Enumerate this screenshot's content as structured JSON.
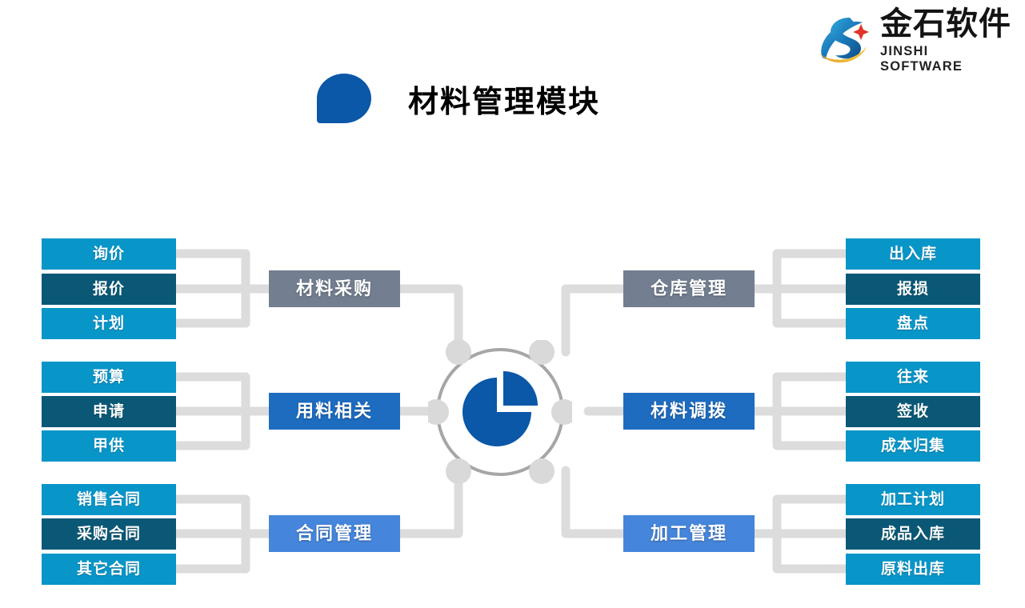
{
  "page": {
    "title": "材料管理模块",
    "background": "#ffffff"
  },
  "logo": {
    "cn": "金石软件",
    "en": "JINSHI SOFTWARE",
    "mark": "jinshi-s-swoosh-logo"
  },
  "hub": {
    "icon": "pie-chart-icon",
    "ring_color": "#A6A6A6",
    "node_color": "#D9D9D9",
    "pie_color": "#0B57A8",
    "node_count": 6
  },
  "colors": {
    "leaf_light": "#0895C8",
    "leaf_dark": "#0A5876",
    "cat_gray": "#737E90",
    "cat_blue": "#1D6CC0",
    "cat_light_blue": "#4585DB",
    "connector": "#DCDCDC",
    "title_drop": "#0B57A8"
  },
  "groups": [
    {
      "id": "material-purchase",
      "side": "left",
      "category": "材料采购",
      "category_style": "g-gray",
      "leaves": [
        {
          "label": "询价",
          "style": "c-light"
        },
        {
          "label": "报价",
          "style": "c-dark"
        },
        {
          "label": "计划",
          "style": "c-light"
        }
      ]
    },
    {
      "id": "material-usage",
      "side": "left",
      "category": "用料相关",
      "category_style": "g-blue",
      "leaves": [
        {
          "label": "预算",
          "style": "c-light"
        },
        {
          "label": "申请",
          "style": "c-dark"
        },
        {
          "label": "甲供",
          "style": "c-light"
        }
      ]
    },
    {
      "id": "contract-management",
      "side": "left",
      "category": "合同管理",
      "category_style": "g-lblue",
      "leaves": [
        {
          "label": "销售合同",
          "style": "c-light"
        },
        {
          "label": "采购合同",
          "style": "c-dark"
        },
        {
          "label": "其它合同",
          "style": "c-light"
        }
      ]
    },
    {
      "id": "warehouse-management",
      "side": "right",
      "category": "仓库管理",
      "category_style": "g-gray",
      "leaves": [
        {
          "label": "出入库",
          "style": "c-light"
        },
        {
          "label": "报损",
          "style": "c-dark"
        },
        {
          "label": "盘点",
          "style": "c-light"
        }
      ]
    },
    {
      "id": "material-transfer",
      "side": "right",
      "category": "材料调拨",
      "category_style": "g-blue",
      "leaves": [
        {
          "label": "往来",
          "style": "c-light"
        },
        {
          "label": "签收",
          "style": "c-dark"
        },
        {
          "label": "成本归集",
          "style": "c-light"
        }
      ]
    },
    {
      "id": "processing-management",
      "side": "right",
      "category": "加工管理",
      "category_style": "g-lblue",
      "leaves": [
        {
          "label": "加工计划",
          "style": "c-light"
        },
        {
          "label": "成品入库",
          "style": "c-dark"
        },
        {
          "label": "原料出库",
          "style": "c-light"
        }
      ]
    }
  ]
}
